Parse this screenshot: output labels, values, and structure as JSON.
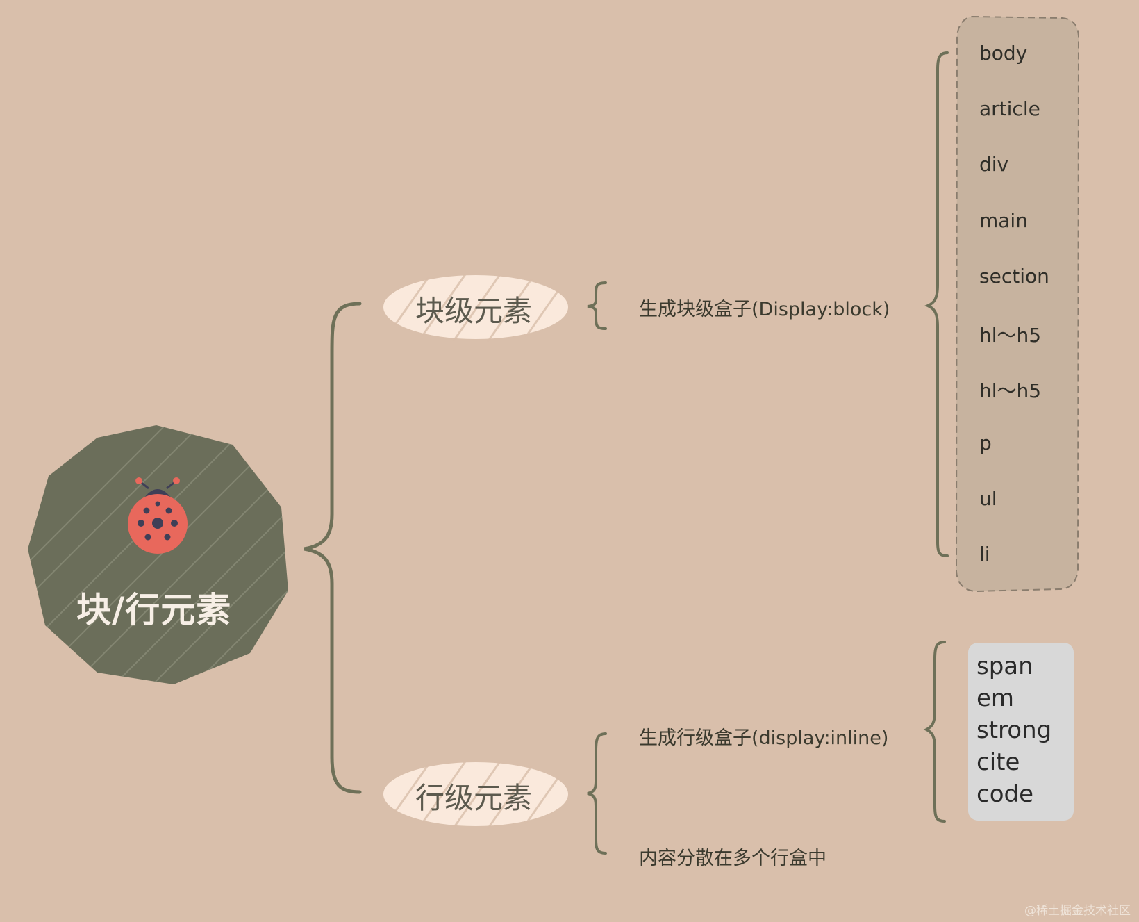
{
  "root": {
    "label": "块/行元素",
    "icon": "ladybug-icon"
  },
  "block_branch": {
    "category": "块级元素",
    "description": "生成块级盒子(Display:block)",
    "items": [
      "body",
      "article",
      "div",
      "main",
      "section",
      "hl～h5",
      "hl～h5",
      "p",
      "ul",
      "li"
    ]
  },
  "inline_branch": {
    "category": "行级元素",
    "descriptions": [
      "生成行级盒子(display:inline)",
      "内容分散在多个行盒中"
    ],
    "items": [
      "span",
      "em",
      "strong",
      "cite",
      "code"
    ]
  },
  "watermark": "@稀土掘金技术社区",
  "colors": {
    "background": "#d9bfab",
    "root_fill": "#6b6e5a",
    "bracket": "#6e7058",
    "category_fill": "#fae9dc",
    "block_list_fill": "#c7b39f",
    "inline_list_fill": "#d8d8d8",
    "ladybug_body": "#e8685c",
    "ladybug_head": "#3f3f57"
  }
}
